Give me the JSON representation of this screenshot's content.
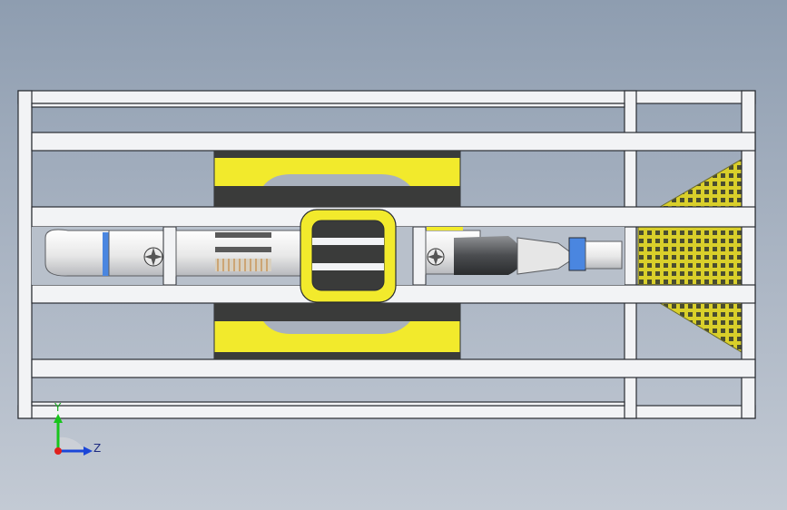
{
  "viewport": {
    "background_top": "#8e9db0",
    "background_bottom": "#c3cad4"
  },
  "colors": {
    "frame": "#f2f3f5",
    "frame_edge": "#2a2d33",
    "yellow": "#f2ea2c",
    "dark": "#3a3b3a",
    "body_white": "#f4f4f4",
    "accent_blue": "#4a86e0",
    "copper": "#c07a2a",
    "mesh": "#d9cf2a"
  },
  "model": {
    "description_icon": "3d-assembly-model",
    "tube_parts": [
      "nose-cone",
      "fan-module",
      "coil-array",
      "yellow-window-frame",
      "motor-section",
      "tail-assembly"
    ]
  },
  "triad": {
    "y_label": "Y",
    "z_label": "Z",
    "x_axis_color": "#e0201c",
    "y_axis_color": "#18c51c",
    "z_axis_color": "#1b46d8"
  }
}
